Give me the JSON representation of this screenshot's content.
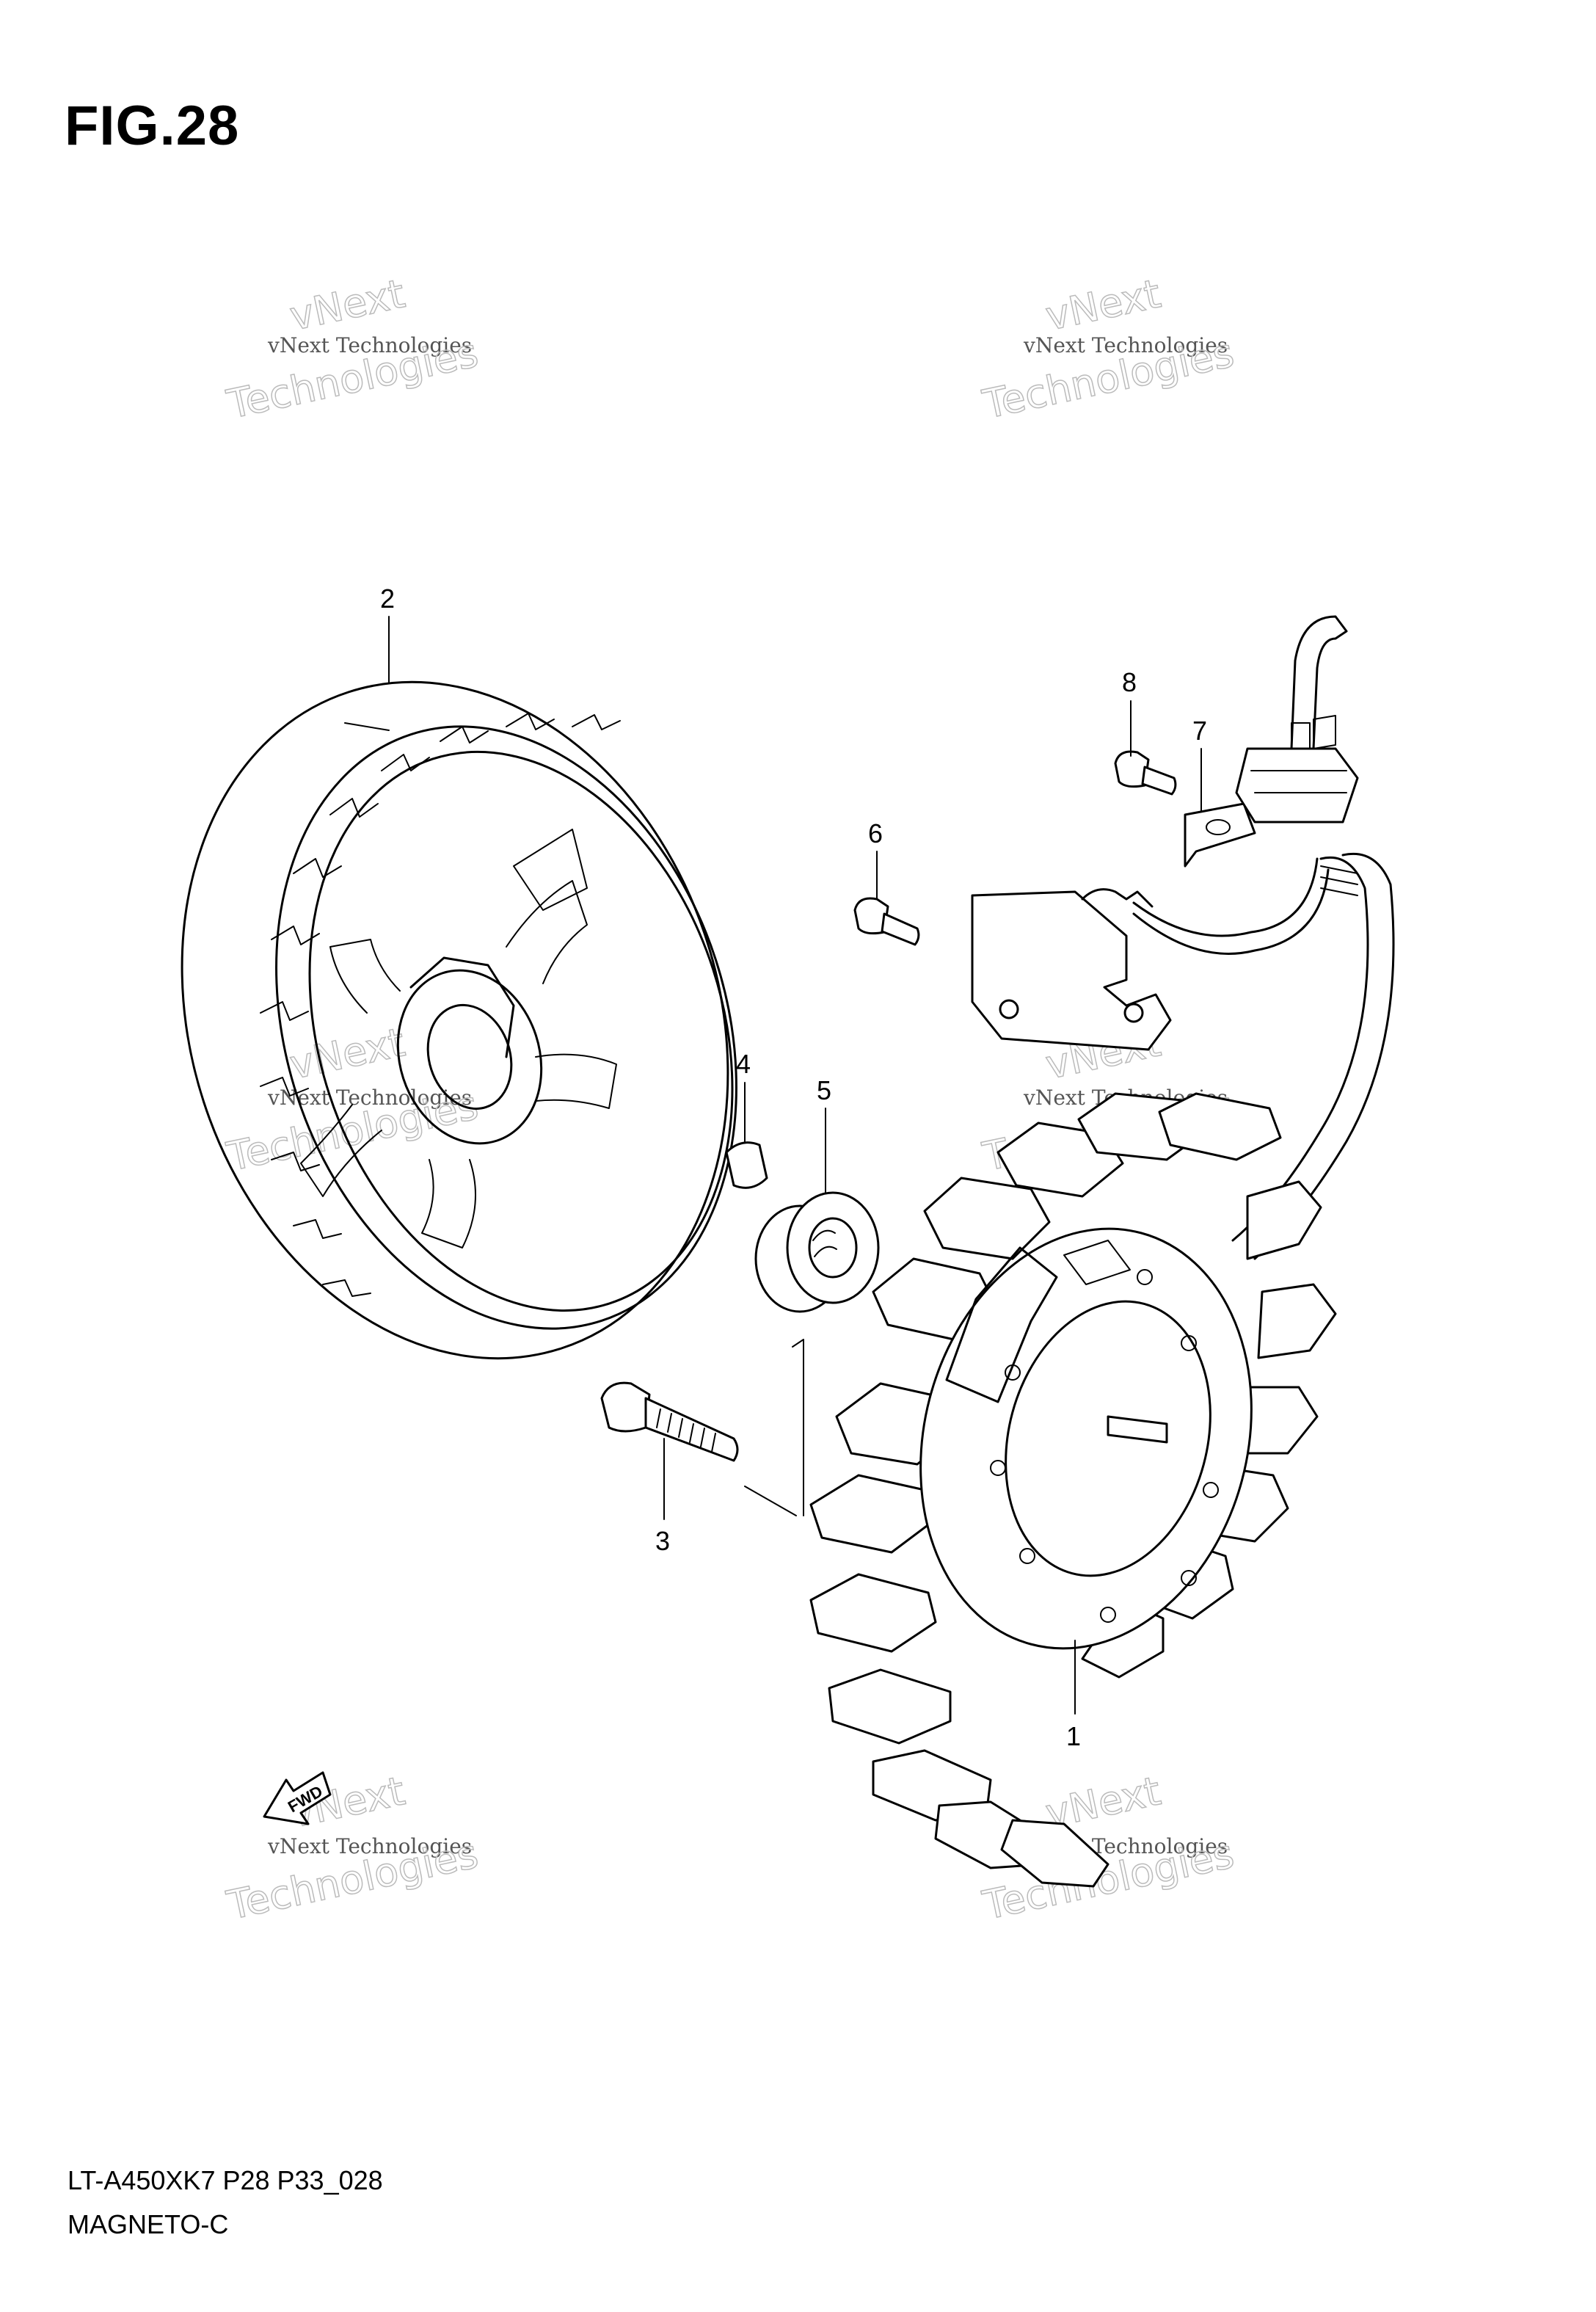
{
  "figure": {
    "title": "FIG.28",
    "model_code": "LT-A450XK7  P28  P33_028",
    "section_name": "MAGNETO-C"
  },
  "callouts": {
    "c1": "1",
    "c2": "2",
    "c3": "3",
    "c4": "4",
    "c5": "5",
    "c6": "6",
    "c7": "7",
    "c8": "8"
  },
  "fwd_label": "FWD",
  "watermark": {
    "line1": "vNext Technologies",
    "line2": "vNext",
    "line3": "Technologies"
  }
}
